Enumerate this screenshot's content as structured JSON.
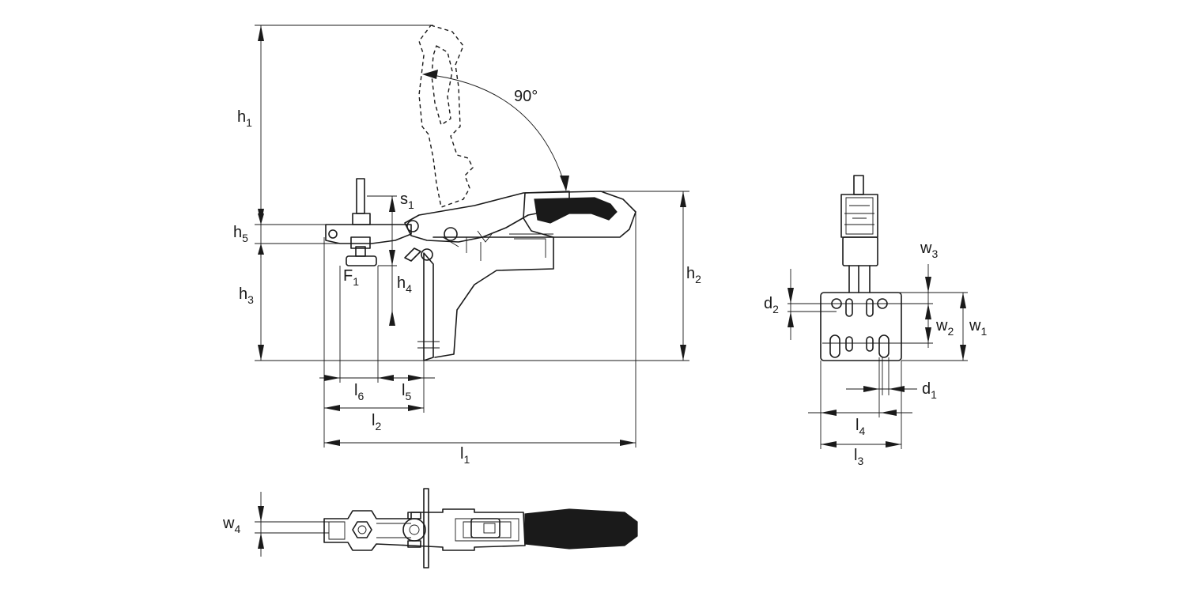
{
  "angle_label": "90°",
  "labels": {
    "h1": {
      "main": "h",
      "sub": "1"
    },
    "h2": {
      "main": "h",
      "sub": "2"
    },
    "h3": {
      "main": "h",
      "sub": "3"
    },
    "h4": {
      "main": "h",
      "sub": "4"
    },
    "h5": {
      "main": "h",
      "sub": "5"
    },
    "s1": {
      "main": "s",
      "sub": "1"
    },
    "F1": {
      "main": "F",
      "sub": "1"
    },
    "l1": {
      "main": "l",
      "sub": "1"
    },
    "l2": {
      "main": "l",
      "sub": "2"
    },
    "l3": {
      "main": "l",
      "sub": "3"
    },
    "l4": {
      "main": "l",
      "sub": "4"
    },
    "l5": {
      "main": "l",
      "sub": "5"
    },
    "l6": {
      "main": "l",
      "sub": "6"
    },
    "w1": {
      "main": "w",
      "sub": "1"
    },
    "w2": {
      "main": "w",
      "sub": "2"
    },
    "w3": {
      "main": "w",
      "sub": "3"
    },
    "w4": {
      "main": "w",
      "sub": "4"
    },
    "d1": {
      "main": "d",
      "sub": "1"
    },
    "d2": {
      "main": "d",
      "sub": "2"
    }
  }
}
